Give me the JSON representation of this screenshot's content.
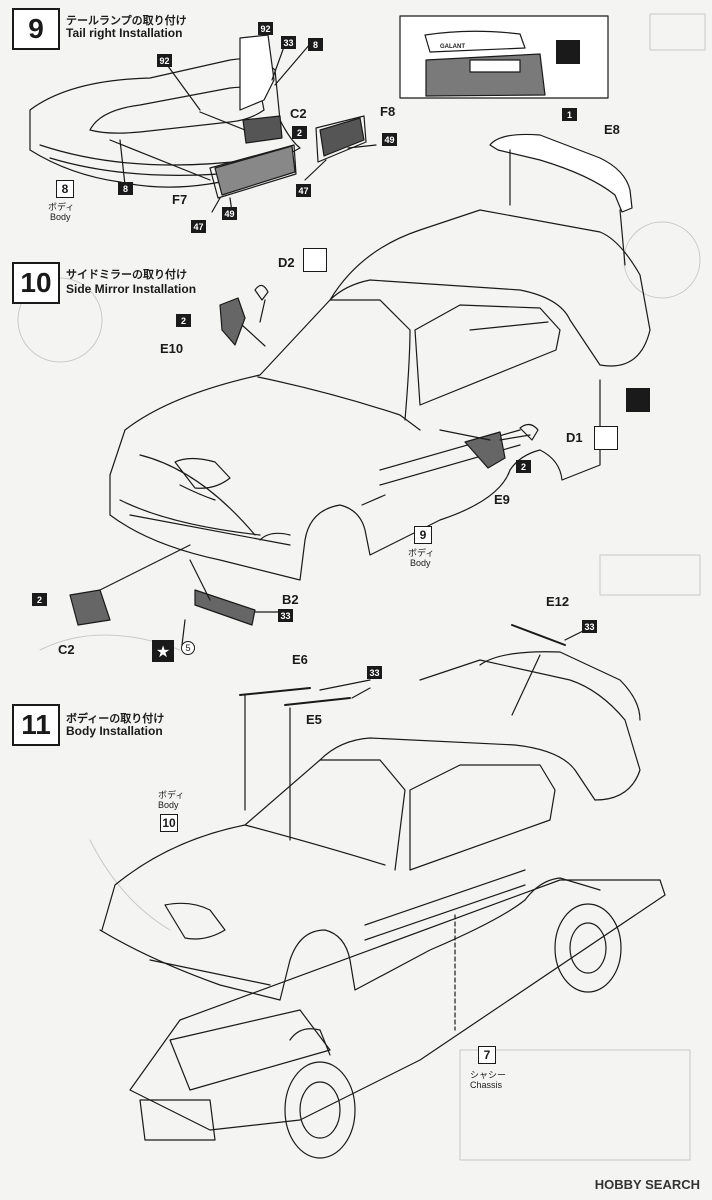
{
  "steps": [
    {
      "number": "9",
      "title_ja": "テールランプの取り付け",
      "title_en": "Tail right Installation"
    },
    {
      "number": "10",
      "title_ja": "サイドミラーの取り付け",
      "title_en": "Side Mirror Installation"
    },
    {
      "number": "11",
      "title_ja": "ボディーの取り付け",
      "title_en": "Body Installation"
    }
  ],
  "step9": {
    "inset_badge": "GALANT",
    "parts": {
      "p92a": "92",
      "p92b": "92",
      "p33": "33",
      "p8": "8",
      "p8b": "8",
      "c2": "C2",
      "c2n": "2",
      "f8": "F8",
      "p49a": "49",
      "p47a": "47",
      "f7": "F7",
      "p47b": "47",
      "p49b": "49"
    },
    "ref": {
      "num": "8",
      "ja": "ボディ",
      "en": "Body"
    }
  },
  "spoiler": {
    "p1": "1",
    "e8": "E8"
  },
  "step10": {
    "parts": {
      "d2": "D2",
      "p2a": "2",
      "e10": "E10",
      "d1": "D1",
      "p2b": "2",
      "e9": "E9",
      "p2c": "2",
      "c2": "C2",
      "b2": "B2",
      "p33": "33",
      "circle": "5"
    },
    "ref": {
      "num": "9",
      "ja": "ボディ",
      "en": "Body"
    }
  },
  "step11": {
    "parts": {
      "e12": "E12",
      "p33a": "33",
      "e6": "E6",
      "p33b": "33",
      "e5": "E5"
    },
    "ref_body": {
      "num": "10",
      "ja": "ボディ",
      "en": "Body"
    },
    "ref_chassis": {
      "num": "7",
      "ja": "シャシー",
      "en": "Chassis"
    }
  },
  "watermark": "HOBBY SEARCH"
}
